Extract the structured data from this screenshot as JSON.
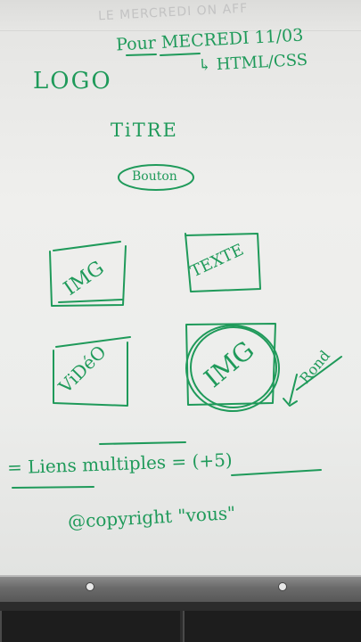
{
  "board": {
    "header_faded": "LE MERCREDI ON AFF",
    "date_line": "Pour MECREDI 11/03",
    "tech_line": "↳ HTML/CSS",
    "logo": "LOGO",
    "title": "TiTRE",
    "button": "Bouton",
    "img_box": "IMG",
    "text_box": "TEXTE",
    "video_box": "ViDéO",
    "round_img": "IMG",
    "round_note": "Rond",
    "links_line": "= Liens multiples = (+5)",
    "copyright_line": "@copyright \"vous\""
  },
  "colors": {
    "ink": "#1f9a5a",
    "board": "#ecedeb",
    "tray": "#6b6b6b"
  }
}
